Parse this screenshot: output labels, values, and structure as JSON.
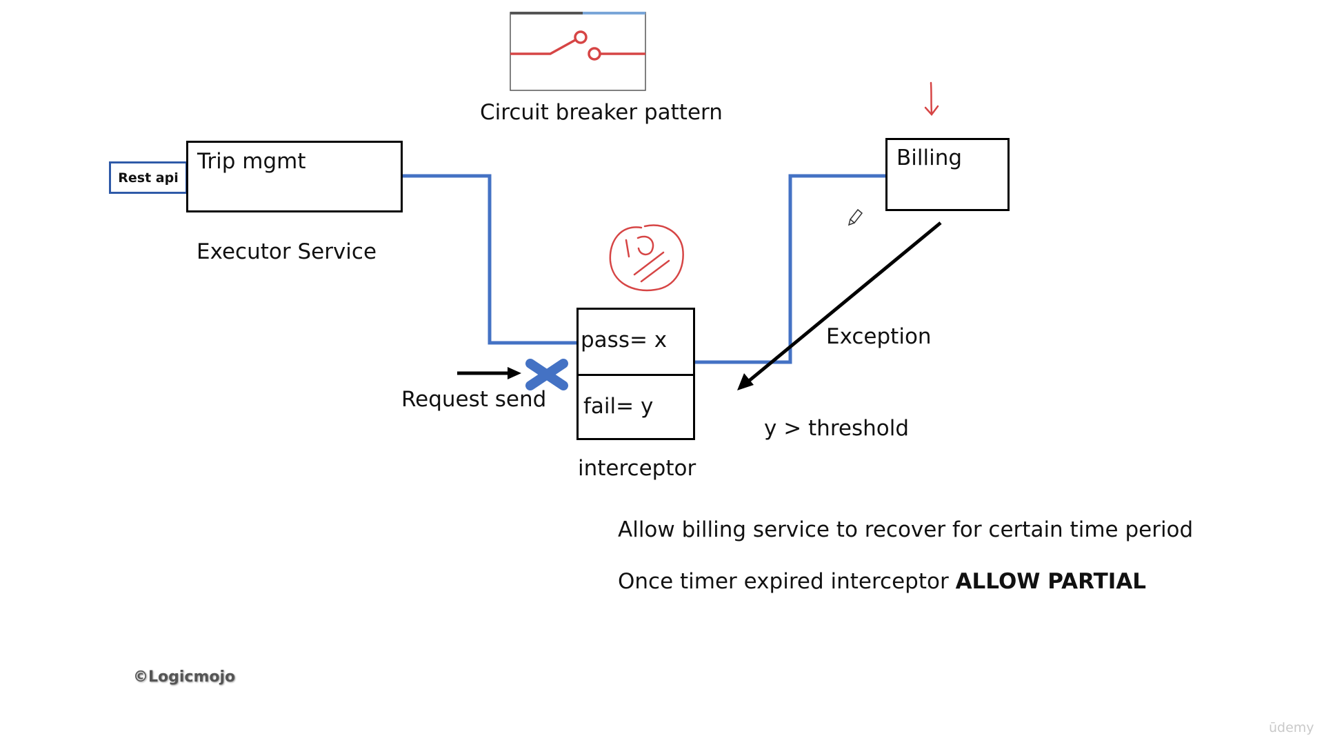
{
  "title": "Circuit breaker pattern",
  "nodes": {
    "rest_api": "Rest api",
    "trip_mgmt": "Trip mgmt",
    "billing": "Billing",
    "interceptor_pass": "pass=  x",
    "interceptor_fail": "fail=  y"
  },
  "labels": {
    "executor_service": "Executor Service",
    "request_send": "Request send",
    "interceptor": "interceptor",
    "exception": "Exception",
    "threshold": "y > threshold"
  },
  "notes": {
    "recover": "Allow billing service to recover for certain time period",
    "timer_prefix": "Once timer expired interceptor ",
    "timer_emphasis": "ALLOW PARTIAL"
  },
  "watermark": "©Logicmojo",
  "corner_mark": "ūdemy",
  "colors": {
    "connector": "#4472c4",
    "rest_border": "#2f5aa8",
    "annotation": "#d64545",
    "blocked_mark": "#4472c4",
    "arrow": "#000000"
  }
}
